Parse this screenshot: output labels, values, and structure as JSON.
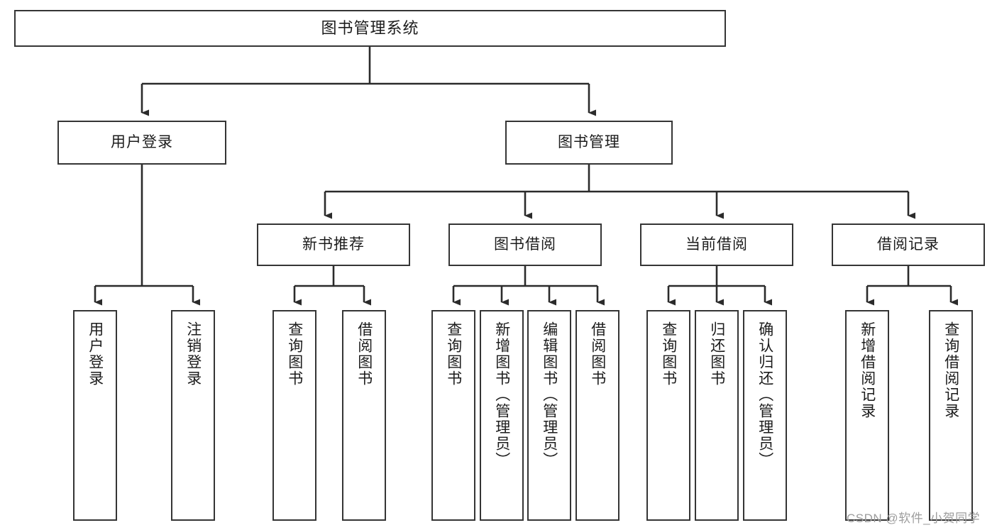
{
  "diagram": {
    "title": "图书管理系统",
    "watermark": "CSDN @软件_小贺同学",
    "colors": {
      "background": "#ffffff",
      "box_border": "#353535",
      "edge": "#2b2b2b",
      "text": "#1c1c1c",
      "watermark": "#9d9d9d"
    }
  },
  "nodes": {
    "root": {
      "label": "图书管理系统"
    },
    "level2": [
      {
        "label": "用户登录"
      },
      {
        "label": "图书管理"
      }
    ],
    "level3": [
      {
        "label": "新书推荐"
      },
      {
        "label": "图书借阅"
      },
      {
        "label": "当前借阅"
      },
      {
        "label": "借阅记录"
      }
    ],
    "leaves": {
      "user_login": [
        {
          "label": "用户登录"
        },
        {
          "label": "注销登录"
        }
      ],
      "new_book": [
        {
          "label": "查询图书"
        },
        {
          "label": "借阅图书"
        }
      ],
      "book_borrow": [
        {
          "label": "查询图书"
        },
        {
          "label": "新增图书（管理员）"
        },
        {
          "label": "编辑图书（管理员）"
        },
        {
          "label": "借阅图书"
        }
      ],
      "current_borrow": [
        {
          "label": "查询图书"
        },
        {
          "label": "归还图书"
        },
        {
          "label": "确认归还（管理员）"
        }
      ],
      "borrow_record": [
        {
          "label": "新增借阅记录"
        },
        {
          "label": "查询借阅记录"
        }
      ]
    }
  }
}
